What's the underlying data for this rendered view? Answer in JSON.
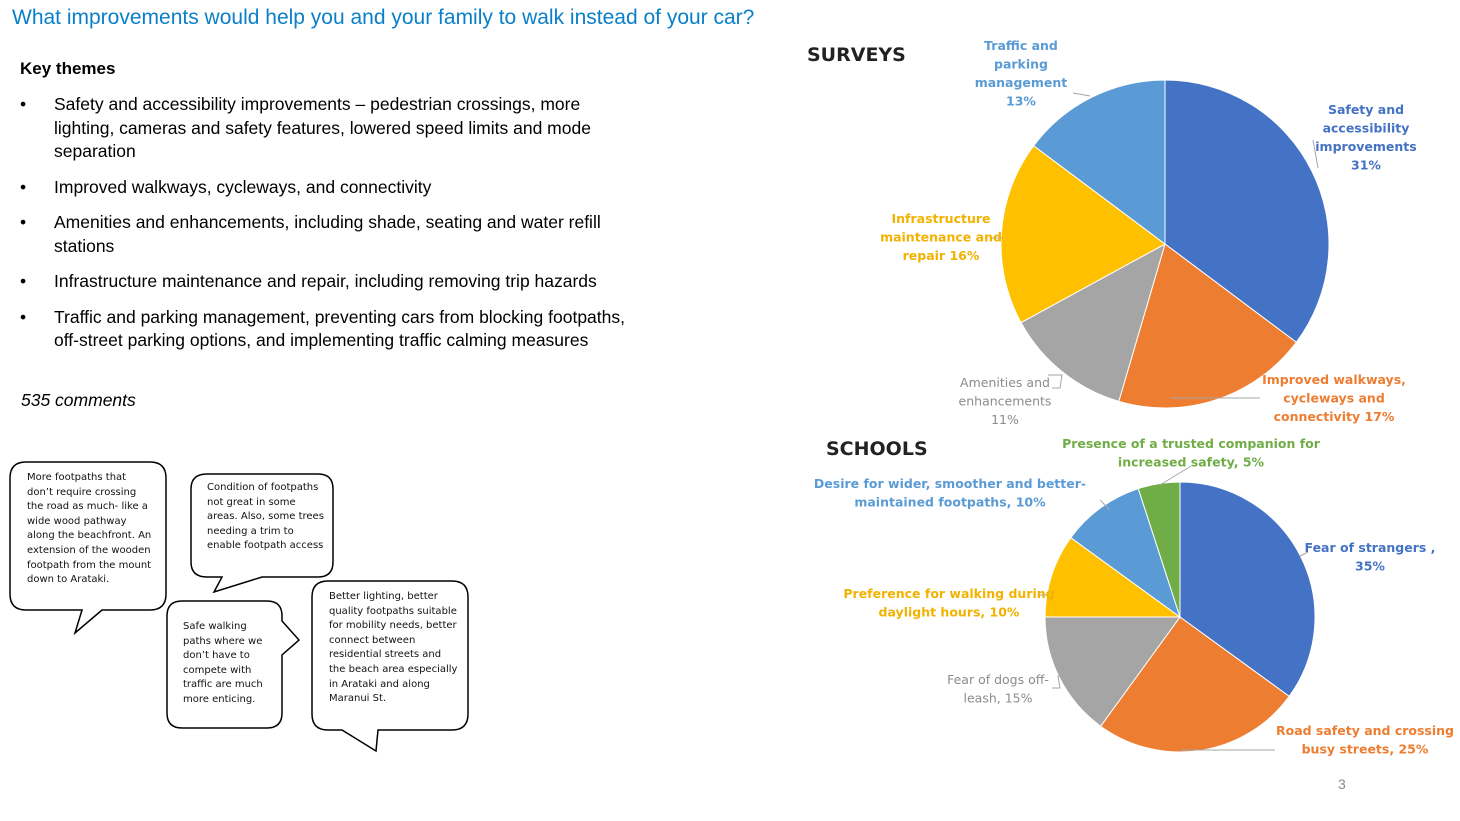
{
  "title": "What improvements would help you and your family to walk instead of your car?",
  "key_themes": {
    "heading": "Key themes",
    "bullet": "•",
    "items": [
      "Safety and accessibility improvements – pedestrian crossings, more lighting, cameras and safety features, lowered speed limits and mode separation",
      "Improved walkways, cycleways, and connectivity",
      "Amenities and enhancements, including shade, seating and water refill stations",
      "Infrastructure maintenance and repair, including removing trip hazards",
      "Traffic and parking management, preventing cars from blocking footpaths, off-street parking options, and implementing traffic calming measures"
    ],
    "comments": "535 comments"
  },
  "quotes": [
    "More footpaths that don’t require crossing the road as much- like a wide wood pathway along the beachfront. An extension of the wooden footpath from the mount down to Arataki.",
    "Condition of footpaths not great in some areas. Also, some trees needing a trim to enable footpath access",
    "Safe walking paths where we don’t have to compete with traffic are much more enticing.",
    "Better lighting, better quality footpaths suitable for mobility needs, better connect between residential streets and the beach area especially in Arataki and along Maranui St."
  ],
  "chart_data": [
    {
      "type": "pie",
      "title": "SURVEYS",
      "slices": [
        {
          "label": "Safety and accessibility improvements",
          "value": 31,
          "display": "31%",
          "color": "#4472c4"
        },
        {
          "label": "Improved walkways, cycleways and connectivity",
          "value": 17,
          "display": "17%",
          "color": "#ed7d31"
        },
        {
          "label": "Amenities and enhancements",
          "value": 11,
          "display": "11%",
          "color": "#a5a5a5"
        },
        {
          "label": "Infrastructure maintenance and repair",
          "value": 16,
          "display": "16%",
          "color": "#ffc000"
        },
        {
          "label": "Traffic and parking management",
          "value": 13,
          "display": "13%",
          "color": "#5b9bd5"
        }
      ],
      "label_lines": [
        [
          "Safety and",
          "accessibility",
          "improvements",
          "31%"
        ],
        [
          "Improved walkways,",
          "cycleways and",
          "connectivity 17%"
        ],
        [
          "Amenities and",
          "enhancements",
          "11%"
        ],
        [
          "Infrastructure",
          "maintenance and",
          "repair  16%"
        ],
        [
          "Traffic and",
          "parking",
          "management",
          "13%"
        ]
      ]
    },
    {
      "type": "pie",
      "title": "SCHOOLS",
      "slices": [
        {
          "label": "Fear of strangers",
          "value": 35,
          "display": "35%",
          "color": "#4472c4"
        },
        {
          "label": "Road safety and crossing busy streets",
          "value": 25,
          "display": "25%",
          "color": "#ed7d31"
        },
        {
          "label": "Fear of dogs off-leash",
          "value": 15,
          "display": "15%",
          "color": "#a5a5a5"
        },
        {
          "label": "Preference for walking during daylight hours",
          "value": 10,
          "display": "10%",
          "color": "#ffc000"
        },
        {
          "label": "Desire for wider, smoother and better-maintained footpaths",
          "value": 10,
          "display": "10%",
          "color": "#5b9bd5"
        },
        {
          "label": "Presence of a trusted companion for increased safety",
          "value": 5,
          "display": "5%",
          "color": "#70ad47"
        }
      ],
      "label_lines": [
        [
          "Fear of strangers ,",
          "35%"
        ],
        [
          "Road safety and crossing",
          "busy streets, 25%"
        ],
        [
          "Fear of dogs off-",
          "leash, 15%"
        ],
        [
          "Preference for walking during",
          "daylight hours, 10%"
        ],
        [
          "Desire for wider, smoother and better-",
          "maintained footpaths, 10%"
        ],
        [
          "Presence of a trusted companion for",
          "increased safety, 5%"
        ]
      ]
    }
  ],
  "page_number": "3"
}
